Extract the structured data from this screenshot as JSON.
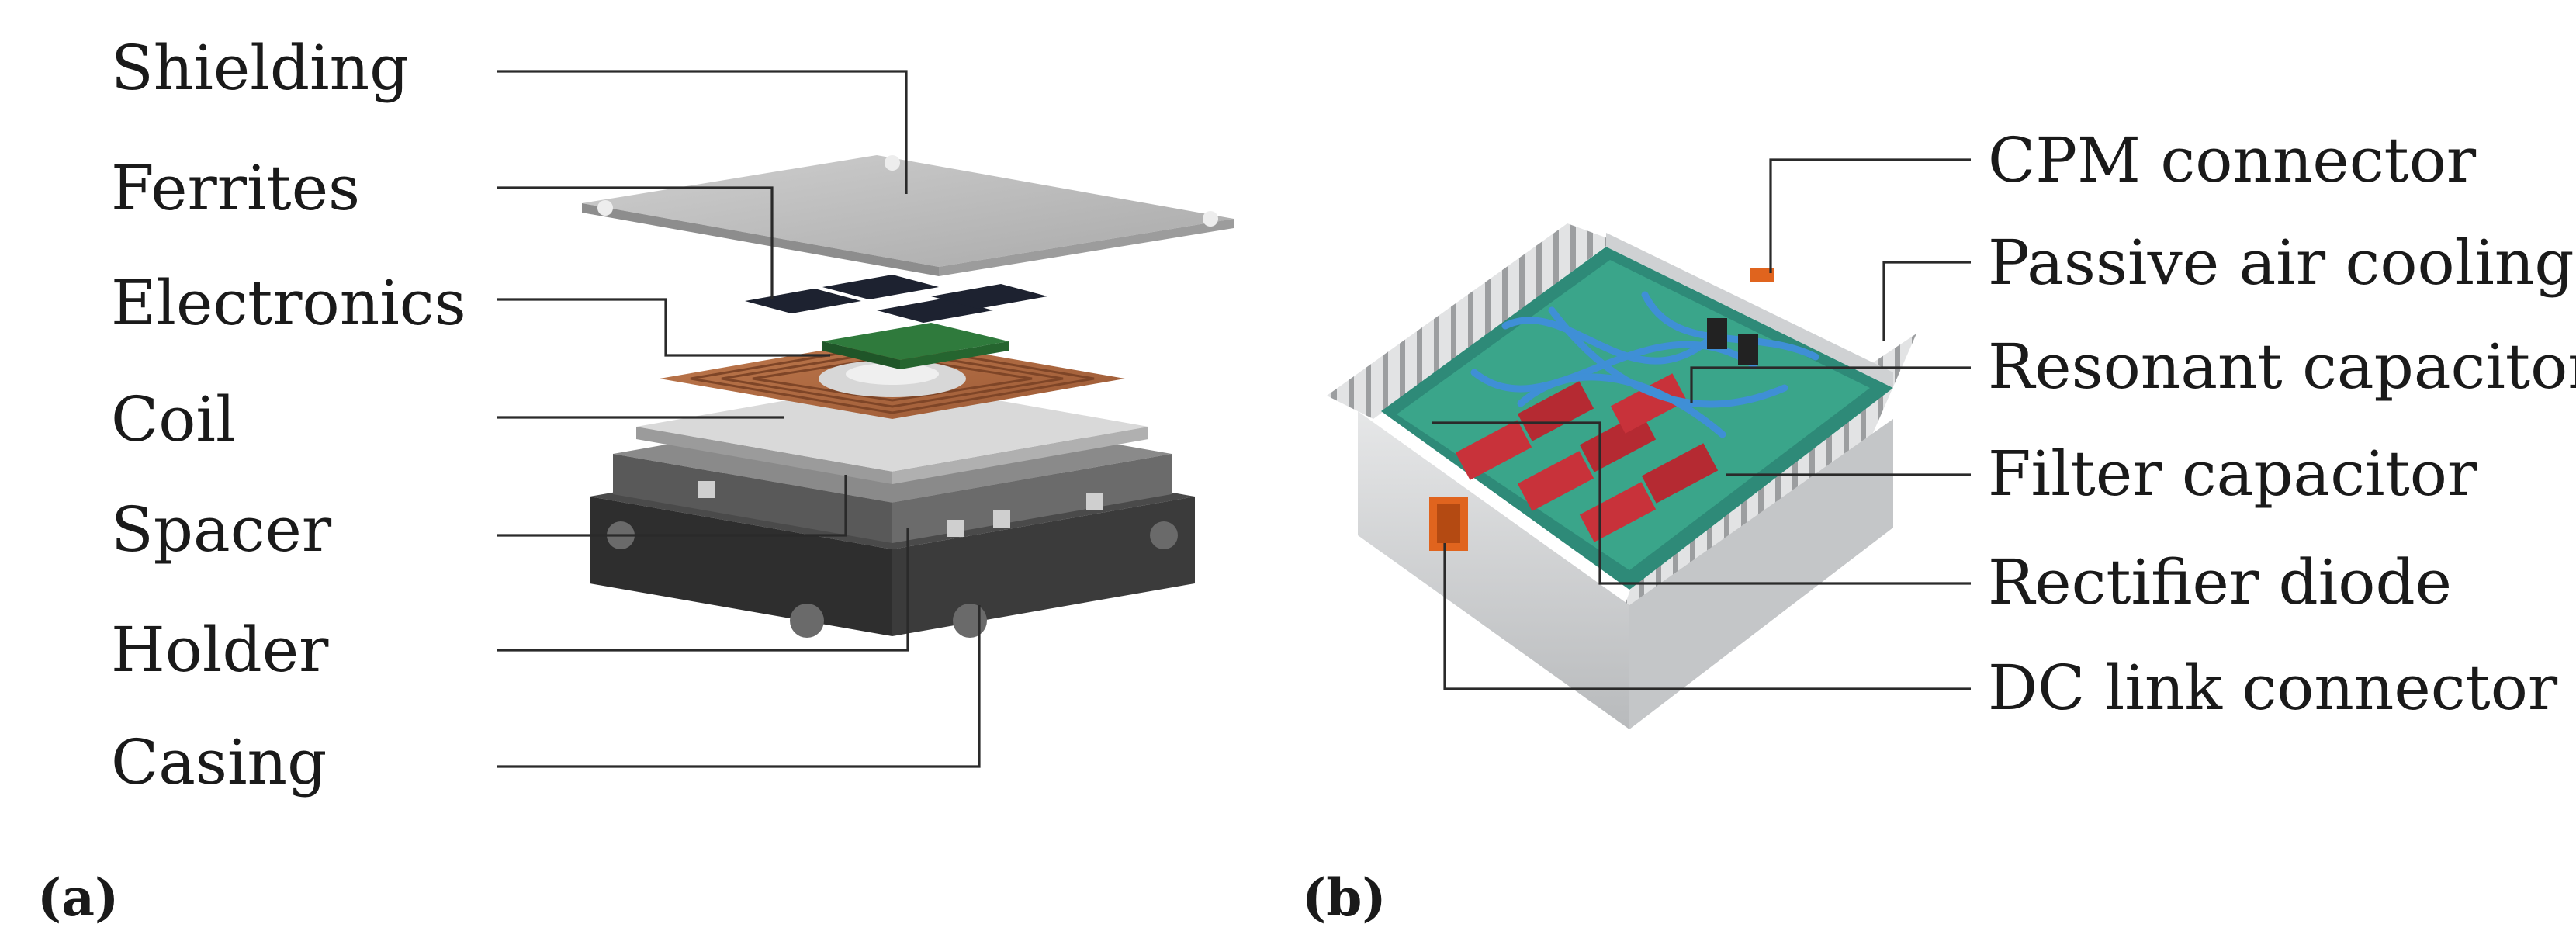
{
  "panel_a": {
    "label": "(a)",
    "components": [
      "Shielding",
      "Ferrites",
      "Electronics",
      "Coil",
      "Spacer",
      "Holder",
      "Casing"
    ]
  },
  "panel_b": {
    "label": "(b)",
    "components": [
      "CPM connector",
      "Passive air cooling",
      "Resonant capacitors",
      "Filter capacitor",
      "Rectifier diode",
      "DC link connector"
    ]
  },
  "colors": {
    "shield": "#b9b9b9",
    "ferrite": "#1d2230",
    "pcb": "#2f7a3c",
    "coil": "#b06a42",
    "casing": "#3a3a3a",
    "aluminium": "#d4d6d8",
    "connector": "#e0641e",
    "cable": "#3f8fd6",
    "capacitor": "#c8323a"
  }
}
